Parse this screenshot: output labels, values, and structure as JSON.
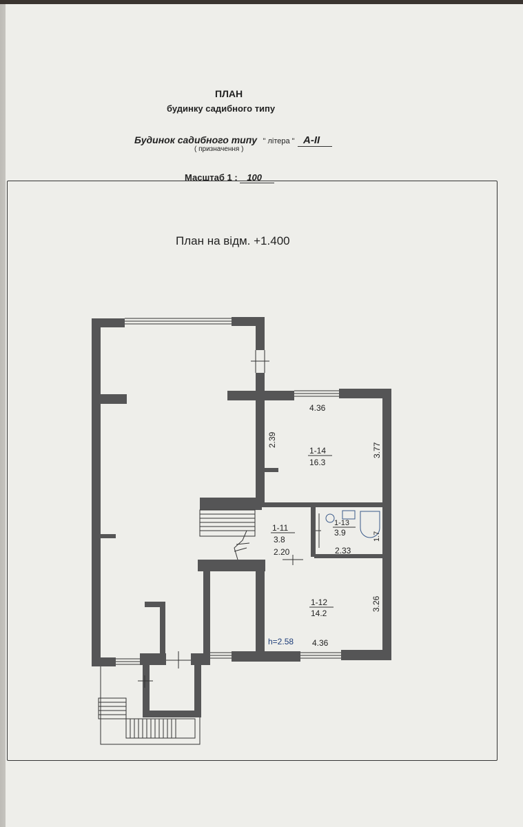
{
  "header": {
    "title": "ПЛАН",
    "subtitle": "будинку садибного типу",
    "purpose": "Будинок садибного типу",
    "litera_label": "\" літера \"",
    "litera_value": "А-ІІ",
    "purpose_caption": "( призначення )",
    "scale_label": "Масштаб 1 :",
    "scale_value": "100"
  },
  "plan": {
    "title": "План на відм. +1.400",
    "rooms": [
      {
        "id": "1-14",
        "area": "16.3"
      },
      {
        "id": "1-11",
        "area": "3.8"
      },
      {
        "id": "1-13",
        "area": "3.9"
      },
      {
        "id": "1-12",
        "area": "14.2"
      }
    ],
    "dimensions": {
      "d436_top": "4.36",
      "d239": "2.39",
      "d377": "3.77",
      "d220": "2.20",
      "d233": "2.33",
      "d17": "1.7",
      "d326": "3.26",
      "d436_bottom": "4.36"
    },
    "height_label": "h=2.58"
  },
  "colors": {
    "wall": "#555556",
    "paper": "#eeeeea",
    "line": "#333333"
  }
}
